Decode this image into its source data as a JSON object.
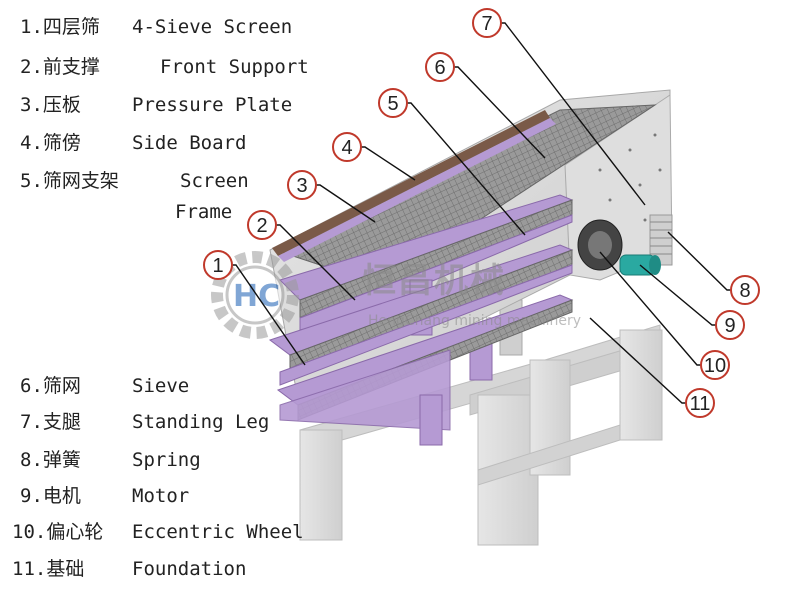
{
  "legend": [
    {
      "num": "1.",
      "cn": "四层筛",
      "en": "4-Sieve Screen"
    },
    {
      "num": "2.",
      "cn": "前支撑",
      "en": "Front Support"
    },
    {
      "num": "3.",
      "cn": "压板",
      "en": "Pressure Plate"
    },
    {
      "num": "4.",
      "cn": "筛傍",
      "en": "Side Board"
    },
    {
      "num": "5.",
      "cn": "筛网支架",
      "en": "Screen"
    },
    {
      "num": "",
      "cn": "",
      "en": "Frame"
    },
    {
      "num": "6.",
      "cn": "筛网",
      "en": "Sieve"
    },
    {
      "num": "7.",
      "cn": "支腿",
      "en": "Standing Leg"
    },
    {
      "num": "8.",
      "cn": "弹簧",
      "en": "Spring"
    },
    {
      "num": "9.",
      "cn": "电机",
      "en": "Motor"
    },
    {
      "num": "10.",
      "cn": "偏心轮",
      "en": "Eccentric Wheel"
    },
    {
      "num": "11.",
      "cn": "基础",
      "en": "Foundation"
    }
  ],
  "callouts": [
    "1",
    "2",
    "3",
    "4",
    "5",
    "6",
    "7",
    "8",
    "9",
    "10",
    "11"
  ],
  "watermark": {
    "cn": "恒昌机械",
    "en": "HengChang mining machinery",
    "logo": "HC"
  },
  "colors": {
    "frame_purple": "#b59ad3",
    "frame_purple_dark": "#8a6aaa",
    "mesh_gray": "#8c8c8c",
    "structure_gray": "#dcdcdc",
    "side_board_brown": "#7a5a48",
    "callout_red": "#c0392b",
    "motor_teal": "#2aa9a1",
    "watermark_gray": "#9a9a9a"
  }
}
